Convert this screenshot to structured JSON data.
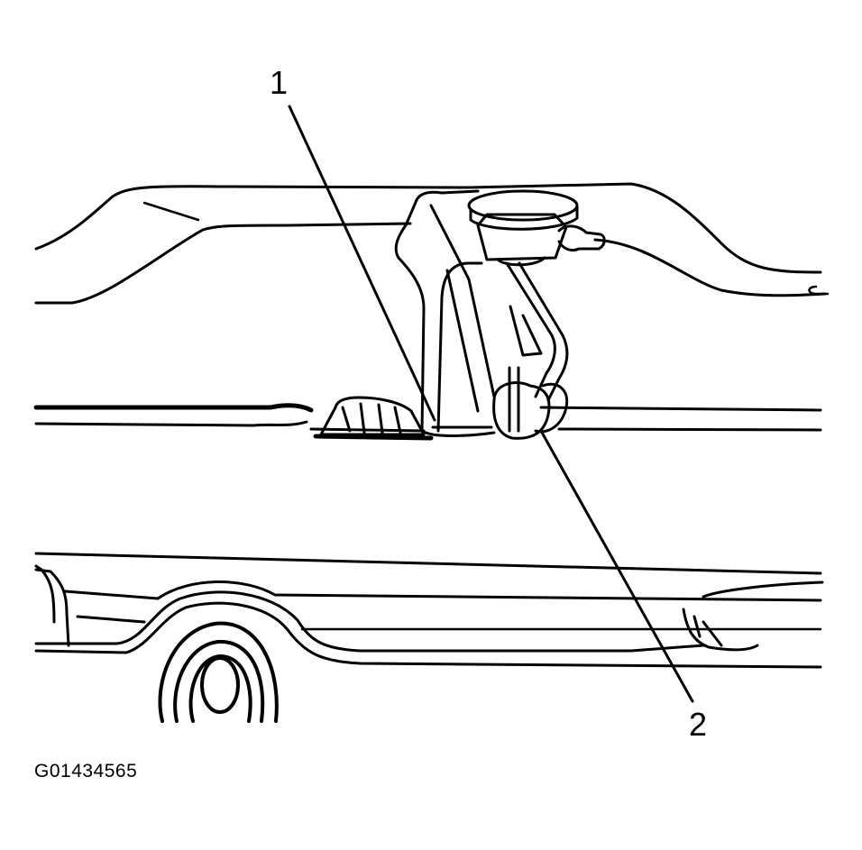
{
  "diagram": {
    "callouts": [
      "1",
      "2"
    ],
    "figure_id": "G01434565"
  }
}
